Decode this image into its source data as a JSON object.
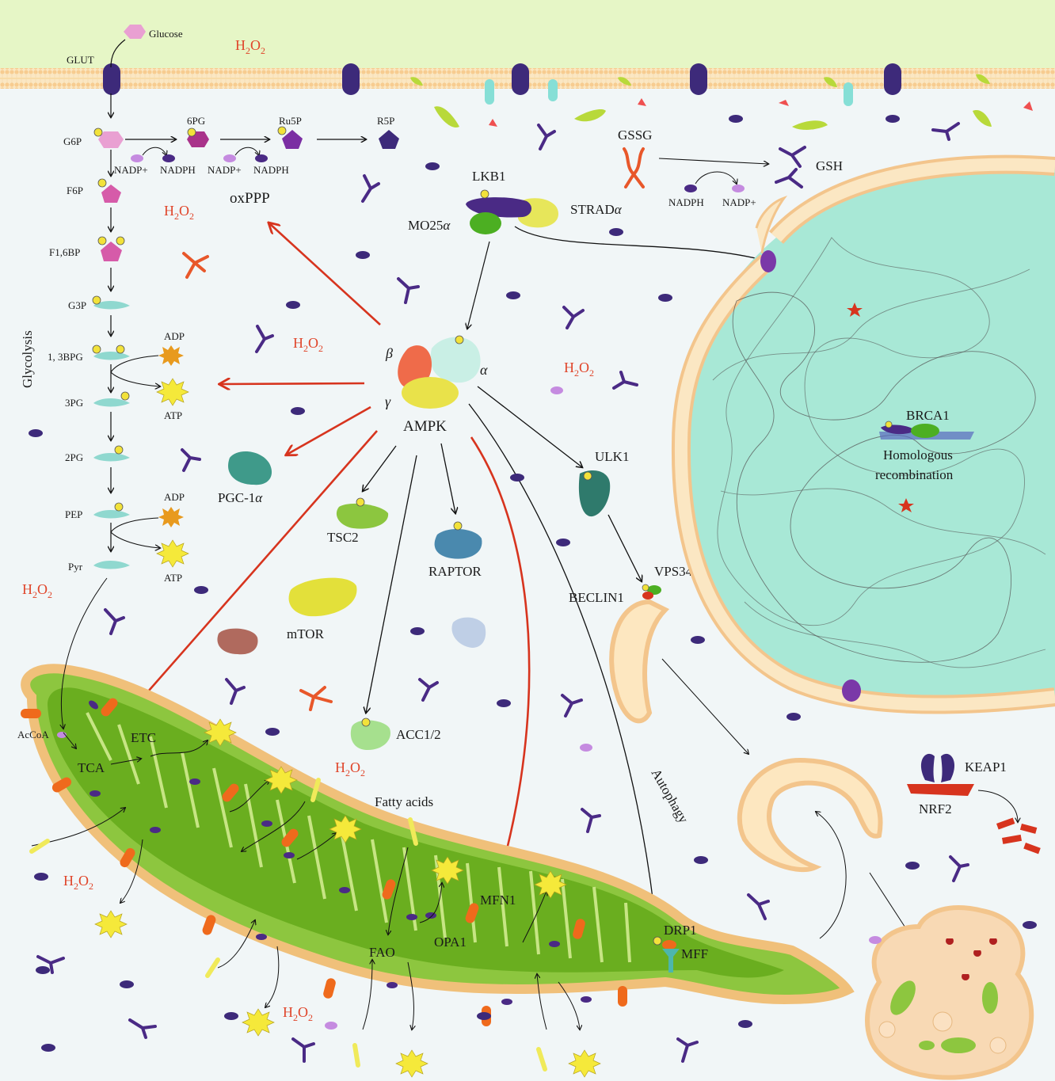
{
  "extracellular": {
    "glucose": "Glucose",
    "transporter": "GLUT",
    "h2o2_top": {
      "main": "H",
      "sub1": "2",
      "mid": "O",
      "sub2": "2"
    }
  },
  "glycolysis": {
    "title": "Glycolysis",
    "steps": [
      "G6P",
      "F6P",
      "F1,6BP",
      "G3P",
      "1, 3BPG",
      "3PG",
      "2PG",
      "PEP",
      "Pyr"
    ],
    "adp": "ADP",
    "atp": "ATP",
    "acoa": "AcCoA"
  },
  "ppp": {
    "title": "oxPPP",
    "steps": [
      "6PG",
      "Ru5P",
      "R5P"
    ],
    "cofactor_in": "NADP+",
    "cofactor_out": "NADPH"
  },
  "glutathione": {
    "gssg": "GSSG",
    "gsh": "GSH",
    "nadph": "NADPH",
    "nadp": "NADP+"
  },
  "lkb1": {
    "lkb1": "LKB1",
    "mo25": "MO25",
    "strad": "STRAD",
    "alpha": "α"
  },
  "ampk": {
    "name": "AMPK",
    "alpha": "α",
    "beta": "β",
    "gamma": "γ"
  },
  "targets": {
    "pgc": "PGC-1",
    "alpha": "α",
    "tsc2": "TSC2",
    "raptor": "RAPTOR",
    "mtor": "mTOR",
    "acc": "ACC1/2",
    "ulk1": "ULK1",
    "vps34": "VPS34",
    "beclin": "BECLIN1",
    "autophagy": "Autophagy",
    "keap1": "KEAP1",
    "nrf2": "NRF2"
  },
  "nucleus": {
    "brca1": "BRCA1",
    "hr_line1": "Homologous",
    "hr_line2": "recombination"
  },
  "mitochondria": {
    "tca": "TCA",
    "etc": "ETC",
    "fatty_acids": "Fatty acids",
    "fao": "FAO",
    "opa1": "OPA1",
    "mfn1": "MFN1",
    "drp1": "DRP1",
    "mff": "MFF"
  },
  "colors": {
    "extracellular": "#e6f6c6",
    "membrane": "#f7d08c",
    "nucleus": "#a8e8d6",
    "mitochondrion": "#8dc63f",
    "arrow_red": "#d7341e",
    "h2o2": "#e0452a",
    "violet": "#4a2a85"
  },
  "icons": [
    "hexagon-glucose",
    "pentagon-sugar",
    "yellow-phosphate",
    "atp-star",
    "adp-star",
    "star-damage"
  ]
}
